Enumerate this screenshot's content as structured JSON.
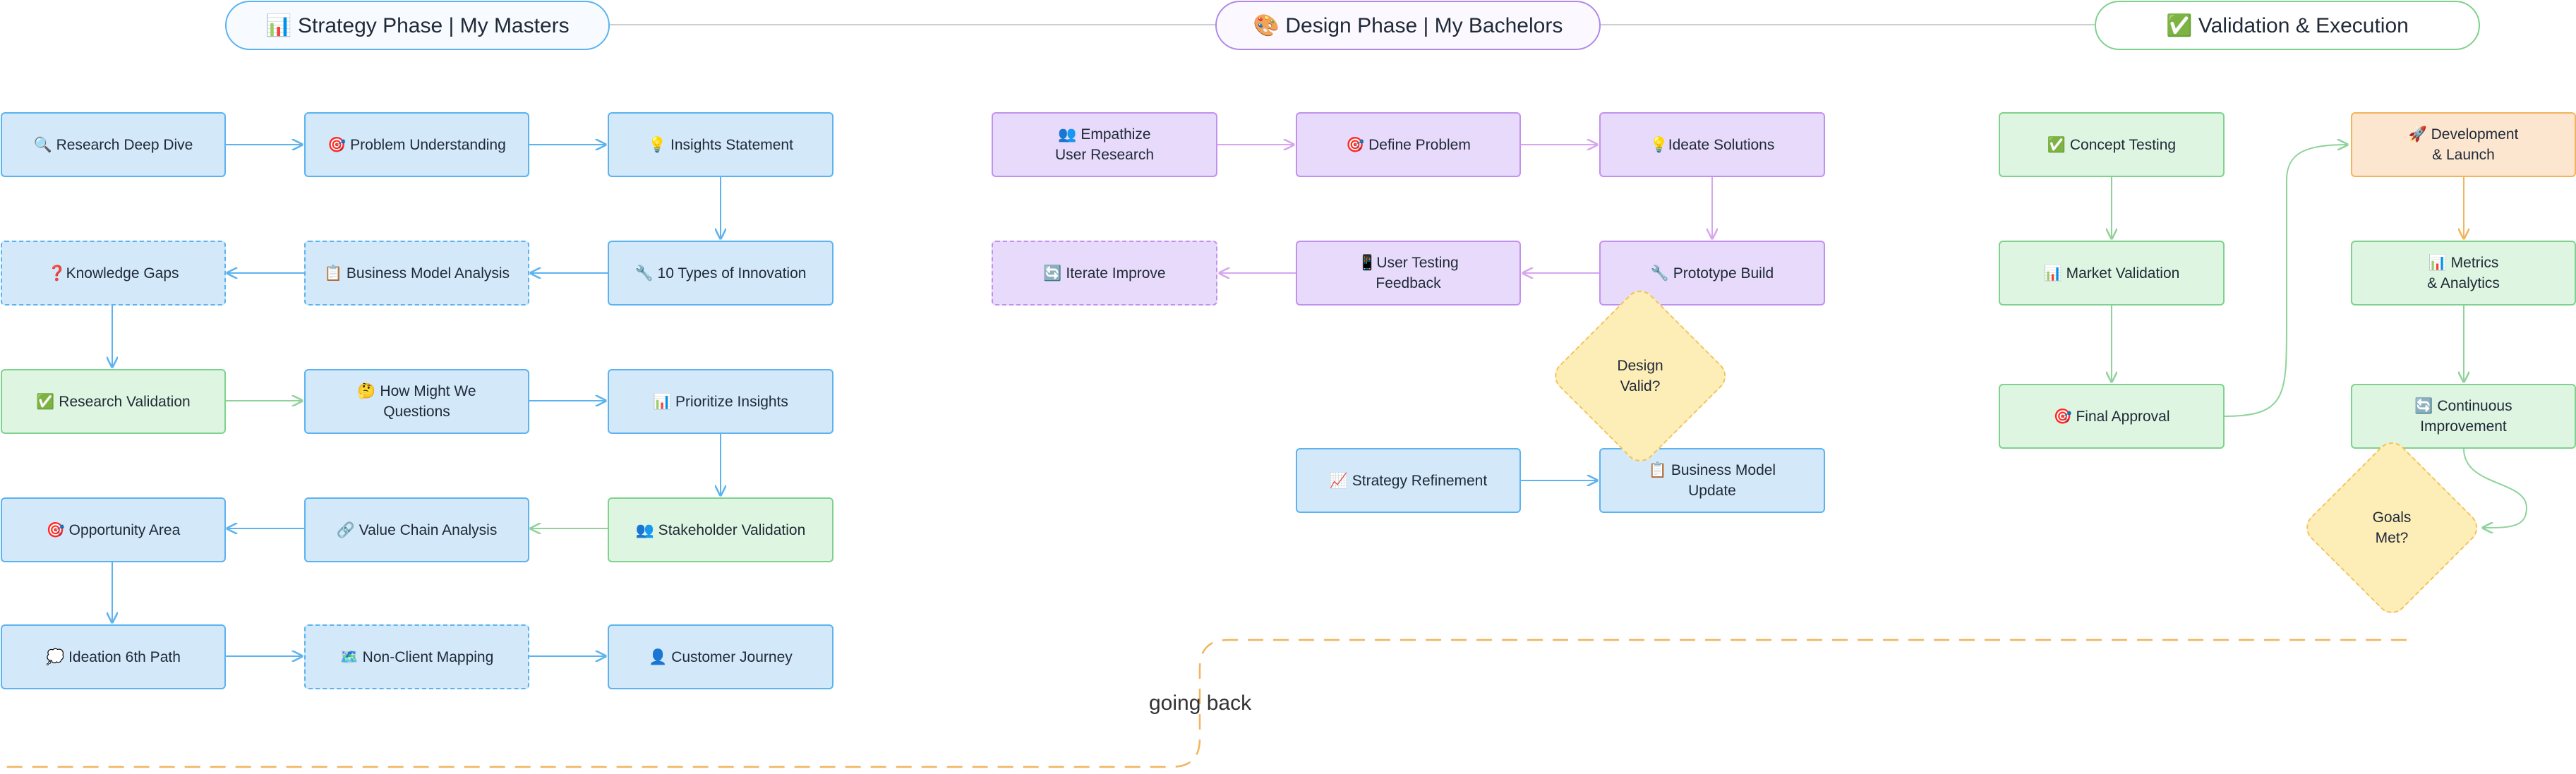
{
  "headers": {
    "strategy": "📊 Strategy Phase | My Masters",
    "design": "🎨 Design Phase | My Bachelors",
    "validation": "✅ Validation & Execution"
  },
  "strategy": {
    "research_deep_dive": "🔍 Research Deep Dive",
    "problem_understanding": "🎯 Problem Understanding",
    "insights_statement": "💡 Insights Statement",
    "knowledge_gaps": "❓Knowledge Gaps",
    "business_model_analysis": "📋 Business Model Analysis",
    "types_of_innovation": "🔧 10 Types of Innovation",
    "research_validation": "✅ Research Validation",
    "how_might_we": "🤔 How Might We\nQuestions",
    "prioritize_insights": "📊 Prioritize Insights",
    "opportunity_area": "🎯 Opportunity Area",
    "value_chain_analysis": "🔗 Value Chain Analysis",
    "stakeholder_validation": "👥 Stakeholder Validation",
    "ideation_6th_path": "💭 Ideation 6th Path",
    "non_client_mapping": "🗺️ Non-Client Mapping",
    "customer_journey": "👤 Customer Journey"
  },
  "design": {
    "empathize": "👥 Empathize\nUser Research",
    "define_problem": "🎯 Define Problem",
    "ideate_solutions": "💡Ideate Solutions",
    "iterate_improve": "🔄 Iterate Improve",
    "user_testing": "📱User Testing\nFeedback",
    "prototype_build": "🔧 Prototype Build",
    "design_valid": "Design\nValid?",
    "strategy_refinement": "📈 Strategy Refinement",
    "business_model_update": "📋 Business Model\nUpdate"
  },
  "validation": {
    "concept_testing": "✅ Concept Testing",
    "market_validation": "📊 Market Validation",
    "final_approval": "🎯 Final Approval",
    "development_launch": "🚀 Development\n& Launch",
    "metrics_analytics": "📊 Metrics\n& Analytics",
    "continuous_improvement": "🔄 Continuous\nImprovement",
    "goals_met": "Goals\nMet?"
  },
  "going_back_label": "going back",
  "colors": {
    "blue": "#5cb3ef",
    "purple": "#c291ee",
    "green": "#7fd18e",
    "orange": "#f2b45c",
    "gray": "#bdbdbd"
  }
}
